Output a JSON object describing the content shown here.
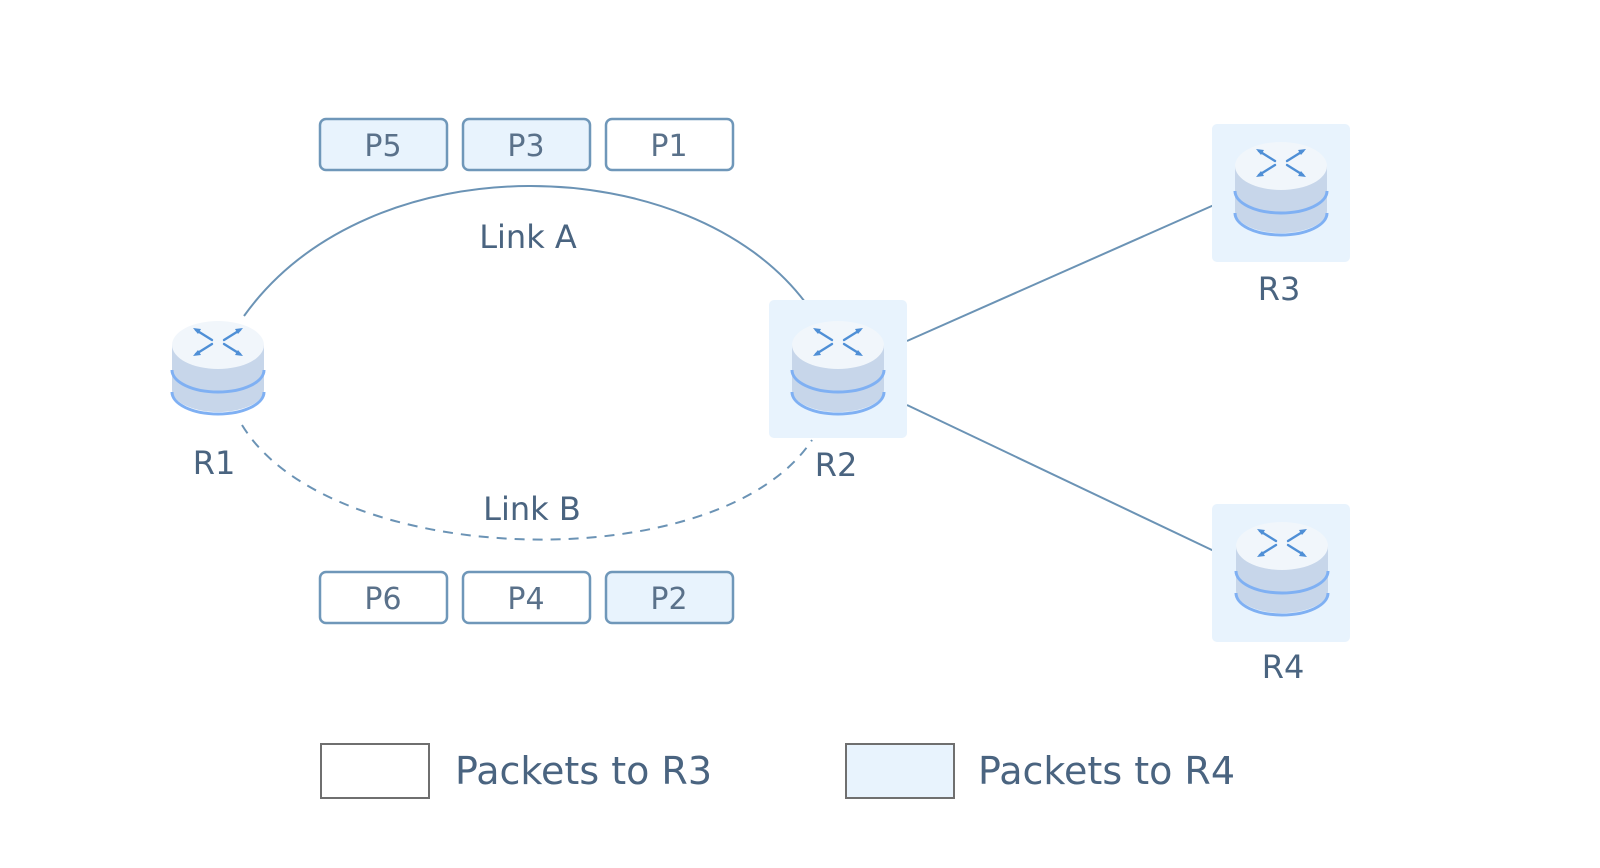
{
  "colors": {
    "link_line": "#6b93b5",
    "packet_border": "#6f97b9",
    "packet_fill_r3": "#ffffff",
    "packet_fill_r4": "#e8f3fd",
    "router_highlight_bg": "#e8f3fd",
    "router_body": "#c7d6ea",
    "router_ring": "#7fb0f3",
    "router_arrow": "#4f8fd6",
    "text": "#4a6480",
    "legend_border": "#6f6f6f"
  },
  "routers": {
    "r1": {
      "label": "R1",
      "icon": "router-icon"
    },
    "r2": {
      "label": "R2",
      "icon": "router-icon"
    },
    "r3": {
      "label": "R3",
      "icon": "router-icon"
    },
    "r4": {
      "label": "R4",
      "icon": "router-icon"
    }
  },
  "links": {
    "a": {
      "label": "Link A",
      "style": "solid"
    },
    "b": {
      "label": "Link B",
      "style": "dashed"
    }
  },
  "packets": {
    "link_a": [
      {
        "label": "P5",
        "destination": "R4"
      },
      {
        "label": "P3",
        "destination": "R4"
      },
      {
        "label": "P1",
        "destination": "R3"
      }
    ],
    "link_b": [
      {
        "label": "P6",
        "destination": "R3"
      },
      {
        "label": "P4",
        "destination": "R3"
      },
      {
        "label": "P2",
        "destination": "R4"
      }
    ]
  },
  "legend": {
    "r3": {
      "label": "Packets to R3"
    },
    "r4": {
      "label": "Packets to R4"
    }
  }
}
